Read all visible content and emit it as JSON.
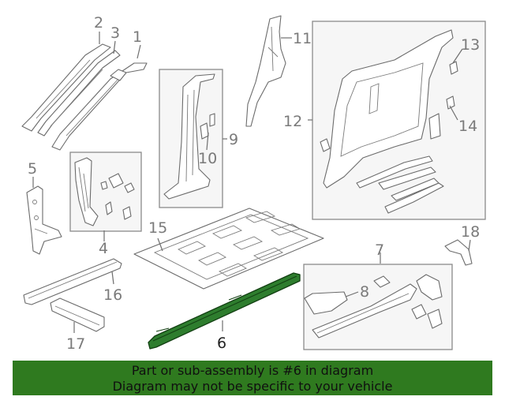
{
  "diagram": {
    "highlight_color": "#2e7d2e",
    "callouts": [
      {
        "id": "1",
        "label": "1"
      },
      {
        "id": "2",
        "label": "2"
      },
      {
        "id": "3",
        "label": "3"
      },
      {
        "id": "4",
        "label": "4"
      },
      {
        "id": "5",
        "label": "5"
      },
      {
        "id": "6",
        "label": "6",
        "highlighted": true
      },
      {
        "id": "7",
        "label": "7"
      },
      {
        "id": "8",
        "label": "8"
      },
      {
        "id": "9",
        "label": "9"
      },
      {
        "id": "10",
        "label": "10"
      },
      {
        "id": "11",
        "label": "11"
      },
      {
        "id": "12",
        "label": "12"
      },
      {
        "id": "13",
        "label": "13"
      },
      {
        "id": "14",
        "label": "14"
      },
      {
        "id": "15",
        "label": "15"
      },
      {
        "id": "16",
        "label": "16"
      },
      {
        "id": "17",
        "label": "17"
      },
      {
        "id": "18",
        "label": "18"
      }
    ]
  },
  "banner": {
    "color": "#2f7a1f",
    "line1": "Part or sub-assembly is #6 in diagram",
    "line2": "Diagram may not be specific to your vehicle"
  }
}
